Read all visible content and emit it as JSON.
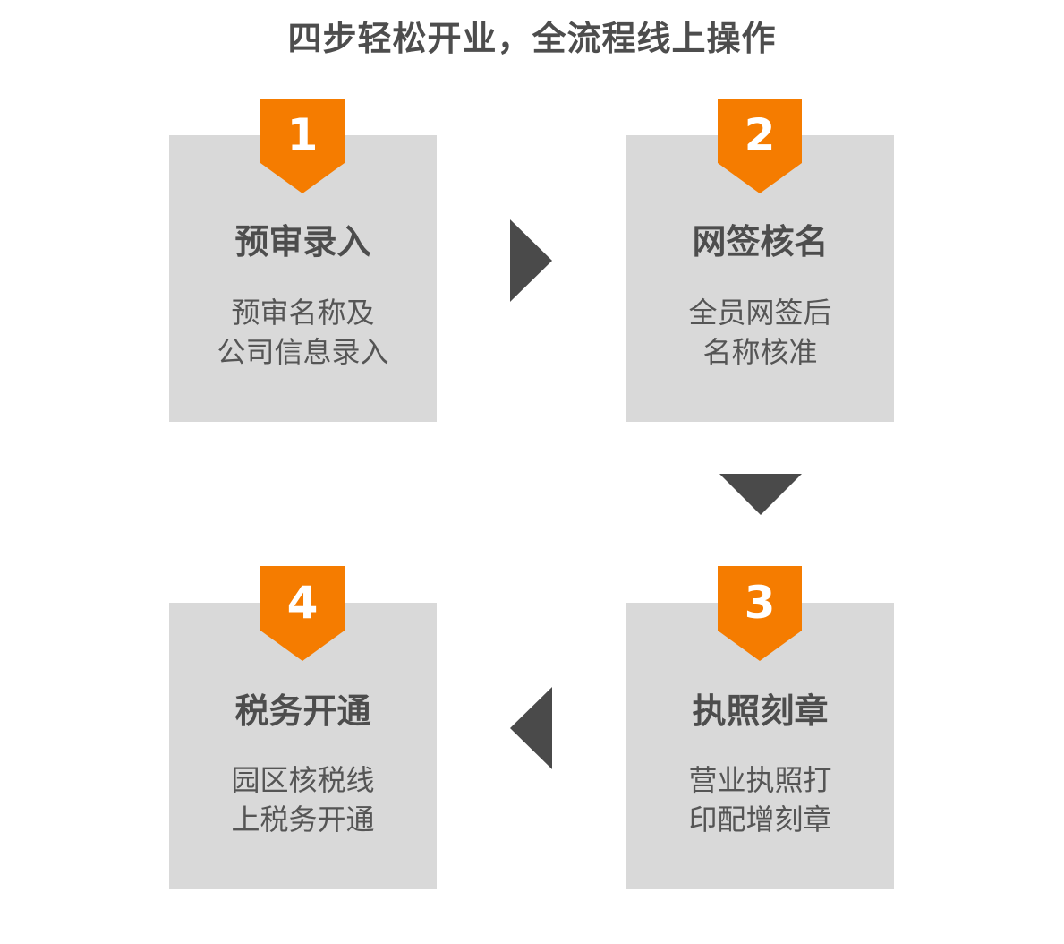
{
  "title": "四步轻松开业，全流程线上操作",
  "colors": {
    "card_bg": "#d9d9d9",
    "badge": "#f57c00",
    "text": "#4d4d4d",
    "arrow": "#4a4a4a"
  },
  "steps": [
    {
      "number": "1",
      "title": "预审录入",
      "desc_line1": "预审名称及",
      "desc_line2": "公司信息录入"
    },
    {
      "number": "2",
      "title": "网签核名",
      "desc_line1": "全员网签后",
      "desc_line2": "名称核准"
    },
    {
      "number": "3",
      "title": "执照刻章",
      "desc_line1": "营业执照打",
      "desc_line2": "印配增刻章"
    },
    {
      "number": "4",
      "title": "税务开通",
      "desc_line1": "园区核税线",
      "desc_line2": "上税务开通"
    }
  ],
  "arrows": [
    {
      "from": "1",
      "to": "2",
      "direction": "right"
    },
    {
      "from": "2",
      "to": "3",
      "direction": "down"
    },
    {
      "from": "3",
      "to": "4",
      "direction": "left"
    }
  ]
}
